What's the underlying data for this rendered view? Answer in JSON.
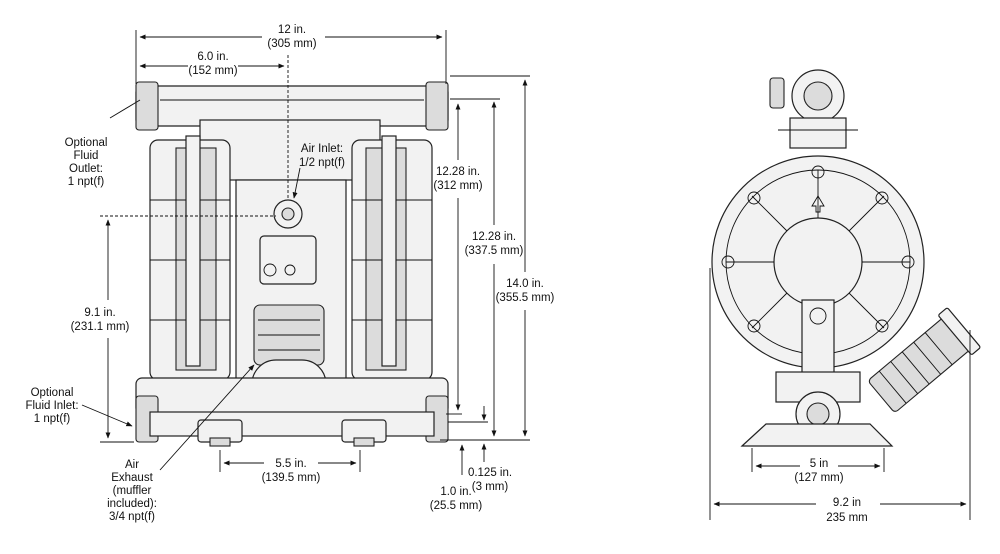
{
  "front_view": {
    "width_total": "12 in.",
    "width_total_mm": "(305 mm)",
    "width_half": "6.0 in.",
    "width_half_mm": "(152 mm)",
    "air_inlet": "Air Inlet:",
    "air_inlet_size": "1/2 npt(f)",
    "opt_outlet_1": "Optional",
    "opt_outlet_2": "Fluid",
    "opt_outlet_3": "Outlet:",
    "opt_outlet_4": "1 npt(f)",
    "h_1228a": "12.28 in.",
    "h_1228a_mm": "(312 mm)",
    "h_1228b": "12.28 in.",
    "h_1228b_mm": "(337.5 mm)",
    "h_140": "14.0 in.",
    "h_140_mm": "(355.5 mm)",
    "h_91": "9.1 in.",
    "h_91_mm": "(231.1 mm)",
    "opt_inlet_1": "Optional",
    "opt_inlet_2": "Fluid Inlet:",
    "opt_inlet_3": "1 npt(f)",
    "exhaust_1": "Air",
    "exhaust_2": "Exhaust",
    "exhaust_3": "(muffler",
    "exhaust_4": "included):",
    "exhaust_5": "3/4 npt(f)",
    "base_55": "5.5 in.",
    "base_55_mm": "(139.5 mm)",
    "off_0125": "0.125 in.",
    "off_0125_mm": "(3 mm)",
    "off_10": "1.0 in.",
    "off_10_mm": "(25.5 mm)"
  },
  "side_view": {
    "base_5": "5 in",
    "base_5_mm": "(127 mm)",
    "width_92": "9.2 in",
    "width_92_mm": "235 mm"
  }
}
